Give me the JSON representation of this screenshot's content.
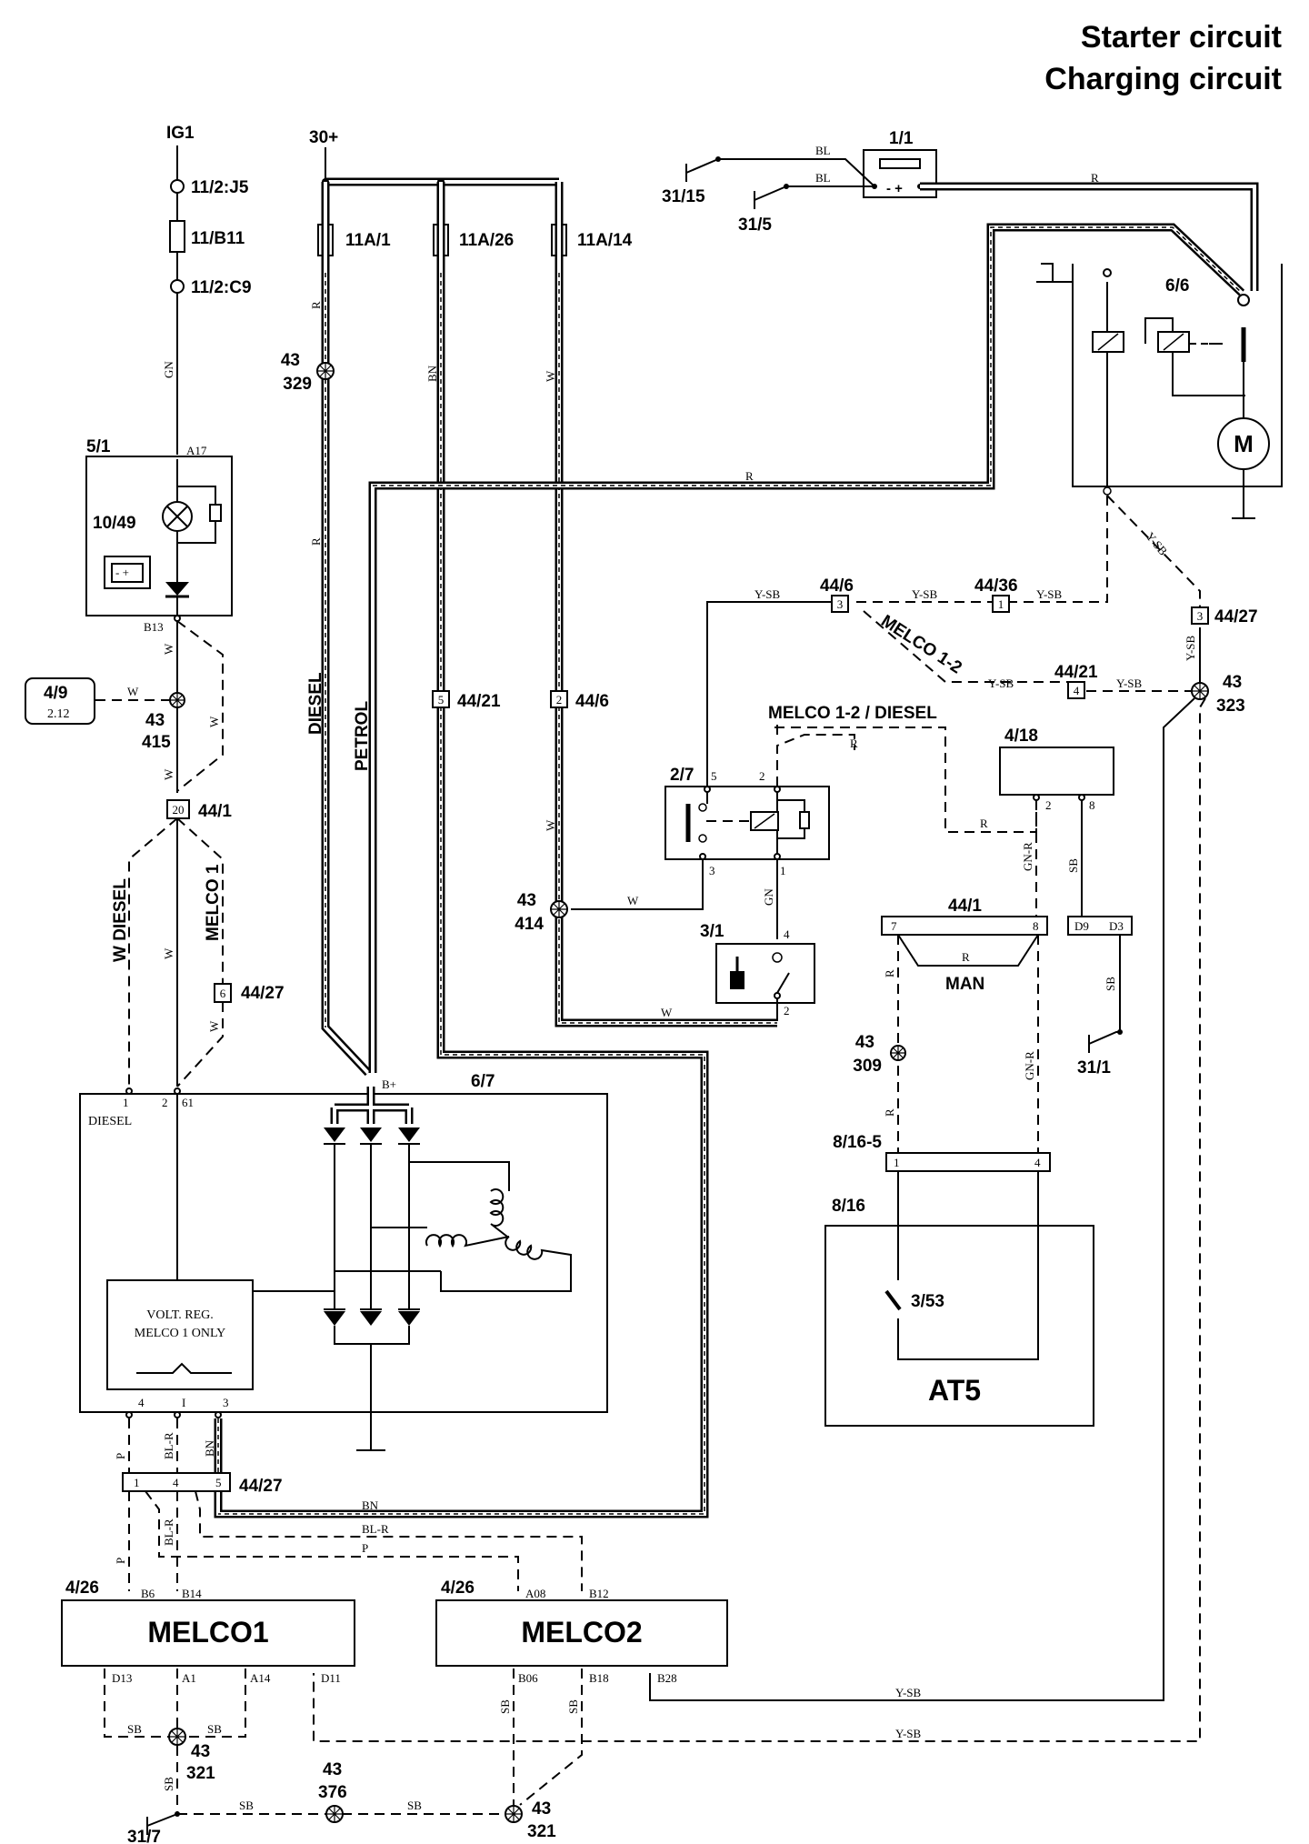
{
  "titles": {
    "line1": "Starter circuit",
    "line2": "Charging circuit"
  },
  "feeds": {
    "ig1": "IG1",
    "b30": "30+"
  },
  "ignition": {
    "j5": "11/2:J5",
    "fuse": "11/B11",
    "c9": "11/2:C9",
    "wire_gn": "GN"
  },
  "fuses": {
    "f1": "11A/1",
    "f26": "11A/26",
    "f14": "11A/14"
  },
  "ground_points": {
    "g31_15": "31/15",
    "g31_5": "31/5",
    "g31_1": "31/1",
    "g31_7": "31/7"
  },
  "battery": {
    "ref": "1/1",
    "bl1": "BL",
    "bl2": "BL",
    "r": "R",
    "symbol": "- +"
  },
  "starter": {
    "ref": "6/6",
    "motor": "M"
  },
  "splices": {
    "s43_329": {
      "a": "43",
      "b": "329"
    },
    "s43_415": {
      "a": "43",
      "b": "415"
    },
    "s43_414": {
      "a": "43",
      "b": "414"
    },
    "s43_323": {
      "a": "43",
      "b": "323"
    },
    "s43_309": {
      "a": "43",
      "b": "309"
    },
    "s43_321a": {
      "a": "43",
      "b": "321"
    },
    "s43_376": {
      "a": "43",
      "b": "376"
    },
    "s43_321b": {
      "a": "43",
      "b": "321"
    }
  },
  "instrument": {
    "ref": "5/1",
    "lamp": "10/49",
    "pin_a17": "A17",
    "pin_b13": "B13",
    "batt": "- +"
  },
  "ref_4_9": {
    "a": "4/9",
    "b": "2.12"
  },
  "connectors": {
    "c44_6": {
      "pin": "3",
      "name": "44/6"
    },
    "c44_36": {
      "pin": "1",
      "name": "44/36"
    },
    "c44_21a": {
      "pin": "4",
      "name": "44/21"
    },
    "c44_27a": {
      "pin": "3",
      "name": "44/27"
    },
    "c44_21b": {
      "pin": "5",
      "name": "44/21"
    },
    "c44_6b": {
      "pin": "2",
      "name": "44/6"
    },
    "c44_1": {
      "pin": "20",
      "name": "44/1"
    },
    "c44_27b": {
      "pin": "6",
      "name": "44/27"
    },
    "c44_1r": {
      "name": "44/1",
      "p7": "7",
      "p8": "8"
    },
    "c44_27c": {
      "name": "44/27",
      "p1": "1",
      "p4": "4",
      "p5": "5"
    },
    "c8_16_5": {
      "name": "8/16-5",
      "p1": "1",
      "p4": "4"
    },
    "d_conn": {
      "d9": "D9",
      "d3": "D3"
    }
  },
  "melco_labels": {
    "melco12": "MELCO 1-2",
    "melco12_diesel": "MELCO 1-2 / DIESEL",
    "melco1_vert": "MELCO 1",
    "diesel_vert1": "DIESEL",
    "diesel_vert2": "DIESEL",
    "petrol_vert": "PETROL"
  },
  "relay_2_7": {
    "ref": "2/7",
    "p5": "5",
    "p2": "2",
    "p3": "3",
    "p1": "1"
  },
  "module_4_18": {
    "ref": "4/18",
    "p2": "2",
    "p8": "8"
  },
  "switch_3_1": {
    "ref": "3/1",
    "p4": "4",
    "p2": "2"
  },
  "man": {
    "label": "MAN"
  },
  "at5": {
    "ref": "8/16",
    "switch": "3/53",
    "name": "AT5"
  },
  "alternator": {
    "ref": "6/7",
    "bplus": "B+",
    "p1": "1",
    "p2": "2",
    "p61": "61",
    "diesel": "DIESEL",
    "reg1": "VOLT. REG.",
    "reg2": "MELCO 1 ONLY",
    "p4": "4",
    "pi": "I",
    "p3": "3"
  },
  "melco1": {
    "ref": "4/26",
    "name": "MELCO1",
    "b6": "B6",
    "b14": "B14",
    "d13": "D13",
    "a1": "A1",
    "a14": "A14",
    "d11": "D11"
  },
  "melco2": {
    "ref": "4/26",
    "name": "MELCO2",
    "a08": "A08",
    "b12": "B12",
    "b06": "B06",
    "b18": "B18",
    "b28": "B28"
  },
  "wire_colors": {
    "r": "R",
    "bn": "BN",
    "w": "W",
    "ysb": "Y-SB",
    "sb": "SB",
    "gnr": "GN-R",
    "gn": "GN",
    "p": "P",
    "blr": "BL-R",
    "wdiesel": "W DIESEL"
  }
}
